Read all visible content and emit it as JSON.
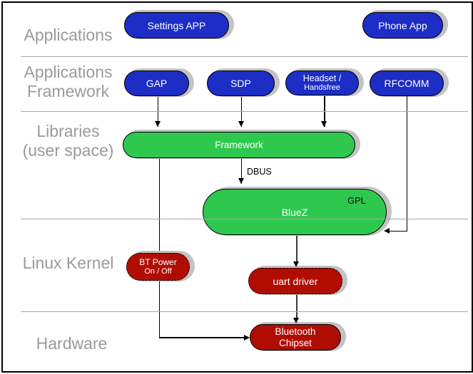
{
  "diagram": {
    "type": "layered-architecture",
    "subject": "Bluetooth software stack",
    "layers": [
      {
        "name": "applications",
        "lines": [
          "Applications"
        ],
        "text": "Applications"
      },
      {
        "name": "applications-framework",
        "lines": [
          "Applications",
          "Framework"
        ],
        "text": "Applications\nFramework"
      },
      {
        "name": "libraries-user-space",
        "lines": [
          "Libraries",
          "(user space)"
        ],
        "text": "Libraries\n(user space)"
      },
      {
        "name": "linux-kernel",
        "lines": [
          "Linux Kernel"
        ],
        "text": "Linux Kernel"
      },
      {
        "name": "hardware",
        "lines": [
          "Hardware"
        ],
        "text": "Hardware"
      }
    ],
    "nodes": [
      {
        "id": "settings-app",
        "layer": "applications",
        "color": "blue",
        "lines": [
          "Settings APP"
        ]
      },
      {
        "id": "phone-app",
        "layer": "applications",
        "color": "blue",
        "lines": [
          "Phone App"
        ]
      },
      {
        "id": "gap",
        "layer": "applications-framework",
        "color": "blue",
        "lines": [
          "GAP"
        ]
      },
      {
        "id": "sdp",
        "layer": "applications-framework",
        "color": "blue",
        "lines": [
          "SDP"
        ]
      },
      {
        "id": "headset",
        "layer": "applications-framework",
        "color": "blue",
        "lines": [
          "Headset /",
          "Handsfree"
        ]
      },
      {
        "id": "rfcomm",
        "layer": "applications-framework",
        "color": "blue",
        "lines": [
          "RFCOMM"
        ]
      },
      {
        "id": "framework",
        "layer": "libraries-user-space",
        "color": "green",
        "lines": [
          "Framework"
        ]
      },
      {
        "id": "bluez",
        "layer": "libraries-user-space",
        "color": "green",
        "lines": [
          "BlueZ"
        ],
        "badge": "GPL"
      },
      {
        "id": "bt-power",
        "layer": "linux-kernel",
        "color": "red",
        "border": "dashed",
        "lines": [
          "BT Power",
          "On / Off"
        ]
      },
      {
        "id": "uart-driver",
        "layer": "linux-kernel",
        "color": "red",
        "border": "dashed",
        "lines": [
          "uart driver"
        ]
      },
      {
        "id": "bluetooth-chipset",
        "layer": "hardware",
        "color": "red",
        "border": "solid",
        "lines": [
          "Bluetooth",
          "Chipset"
        ]
      }
    ],
    "edges": [
      {
        "id": "gap-to-framework",
        "from": "gap",
        "to": "framework",
        "label": ""
      },
      {
        "id": "sdp-to-framework",
        "from": "sdp",
        "to": "framework",
        "label": ""
      },
      {
        "id": "headset-to-framework",
        "from": "headset",
        "to": "framework",
        "label": ""
      },
      {
        "id": "framework-to-bluez",
        "from": "framework",
        "to": "bluez",
        "label": "DBUS"
      },
      {
        "id": "rfcomm-to-bluez",
        "from": "rfcomm",
        "to": "bluez",
        "label": ""
      },
      {
        "id": "framework-to-chipset",
        "from": "framework",
        "to": "bluetooth-chipset",
        "label": ""
      },
      {
        "id": "bluez-to-uart",
        "from": "bluez",
        "to": "uart-driver",
        "label": ""
      },
      {
        "id": "uart-to-chipset",
        "from": "uart-driver",
        "to": "bluetooth-chipset",
        "label": ""
      }
    ],
    "colors": {
      "application_node": "#1c2ec5",
      "library_node": "#2fc84e",
      "kernel_node": "#b00d02",
      "node_text": "#ffffff",
      "badge_text": "#111111",
      "layer_label": "#9a9a9a",
      "divider": "#a6a6a6",
      "shadow": "#c3c3c3",
      "connector": "#000000"
    }
  }
}
